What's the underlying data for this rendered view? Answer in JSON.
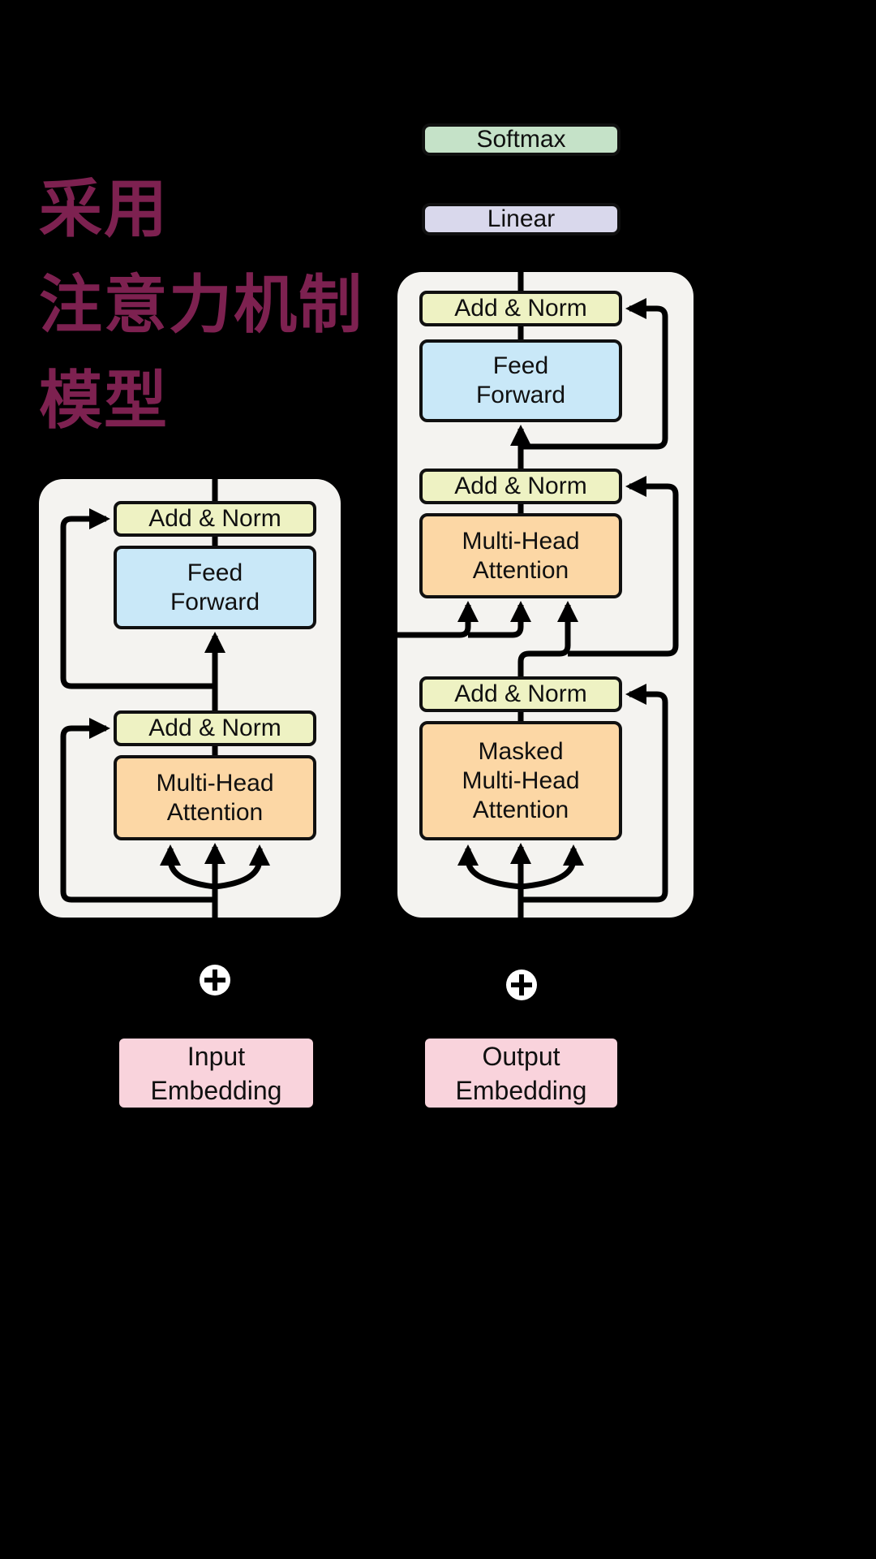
{
  "title": {
    "lines": [
      "采用",
      "注意力机制",
      "模型"
    ],
    "color": "#7d2150"
  },
  "output_head": {
    "softmax_label": "Softmax",
    "linear_label": "Linear"
  },
  "encoder": {
    "add_norm_top_label": "Add & Norm",
    "feed_forward_label": "Feed\nForward",
    "add_norm_bottom_label": "Add & Norm",
    "multi_head_attention_label": "Multi-Head\nAttention",
    "embedding_label": "Input\nEmbedding"
  },
  "decoder": {
    "add_norm_top_label": "Add & Norm",
    "feed_forward_label": "Feed\nForward",
    "add_norm_mid_label": "Add & Norm",
    "multi_head_attention_label": "Multi-Head\nAttention",
    "add_norm_bottom_label": "Add & Norm",
    "masked_multi_head_attention_label": "Masked\nMulti-Head\nAttention",
    "embedding_label": "Output\nEmbedding"
  },
  "icons": {
    "encoder_plus": "circle-plus",
    "decoder_plus": "circle-plus"
  },
  "colors": {
    "background": "#000000",
    "title_text": "#7d2150",
    "container_fill": "#f4f3f0",
    "add_norm_fill": "#eef2c3",
    "feed_forward_fill": "#c9e8f8",
    "attention_fill": "#fcd7a5",
    "embedding_fill": "#f9d3dc",
    "softmax_fill": "#c5e2c8",
    "linear_fill": "#d9d8ec",
    "wire": "#000000"
  }
}
